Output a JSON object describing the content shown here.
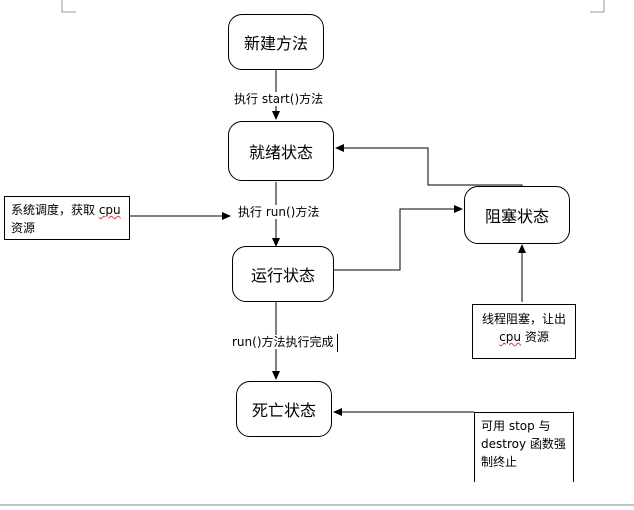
{
  "nodes": {
    "new": "新建方法",
    "ready": "就绪状态",
    "running": "运行状态",
    "blocked": "阻塞状态",
    "dead": "死亡状态"
  },
  "edges": {
    "new_to_ready": "执行 start()方法",
    "ready_to_running": "执行 run()方法",
    "running_to_dead": "run()方法执行完成"
  },
  "notes": {
    "scheduling": {
      "line1_prefix": "系统调度，获取 ",
      "line1_word": "cpu",
      "line2": "资源"
    },
    "blocking": {
      "line1": "线程阻塞，让出",
      "line2_word": "cpu",
      "line2_suffix": " 资源"
    },
    "termination": {
      "line1": "可用  stop  与",
      "line2": "destroy 函数强",
      "line3": "制终止"
    }
  }
}
